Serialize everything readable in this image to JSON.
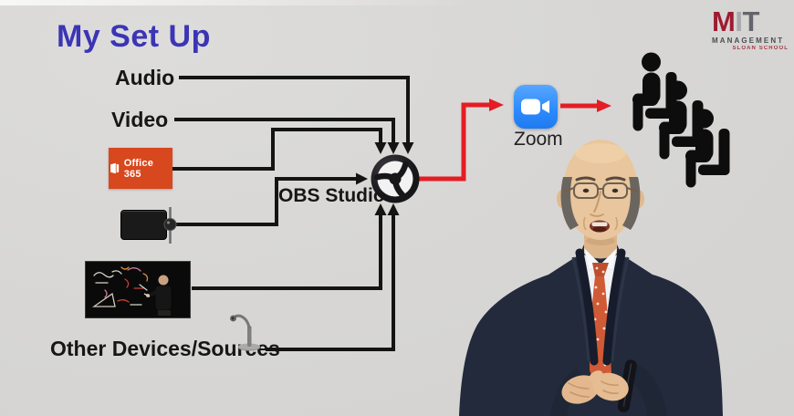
{
  "slide": {
    "title": "My Set Up"
  },
  "sources": {
    "audio": "Audio",
    "video": "Video",
    "office365": "Office 365",
    "other_devices": "Other Devices/Sources"
  },
  "hub": {
    "label": "OBS Studio"
  },
  "destination": {
    "label": "Zoom"
  },
  "logo": {
    "m": "M",
    "i": "I",
    "t": "T",
    "line2": "MANAGEMENT",
    "line3": "SLOAN SCHOOL"
  },
  "icons": {
    "obs": "obs-studio-swirl",
    "zoom": "zoom-video-camera",
    "office365": "office-window-glyph",
    "tablet": "drawing-tablet-with-stylus",
    "lightboard": "lightboard-video-frame",
    "document_camera": "document-camera",
    "audience": "three-seated-viewers",
    "presenter": "presenter-navy-suit-orange-tie"
  },
  "colors": {
    "background": "#d7d6d4",
    "title": "#3b35b5",
    "text": "#161616",
    "wire": "#141414",
    "stream": "#e41d25",
    "office365_bg": "#d8481e",
    "zoom_blue": "#2d8cff",
    "mit_red": "#9e1b32",
    "mit_gray_i": "#a7a9ac",
    "mit_gray_t": "#636569"
  }
}
